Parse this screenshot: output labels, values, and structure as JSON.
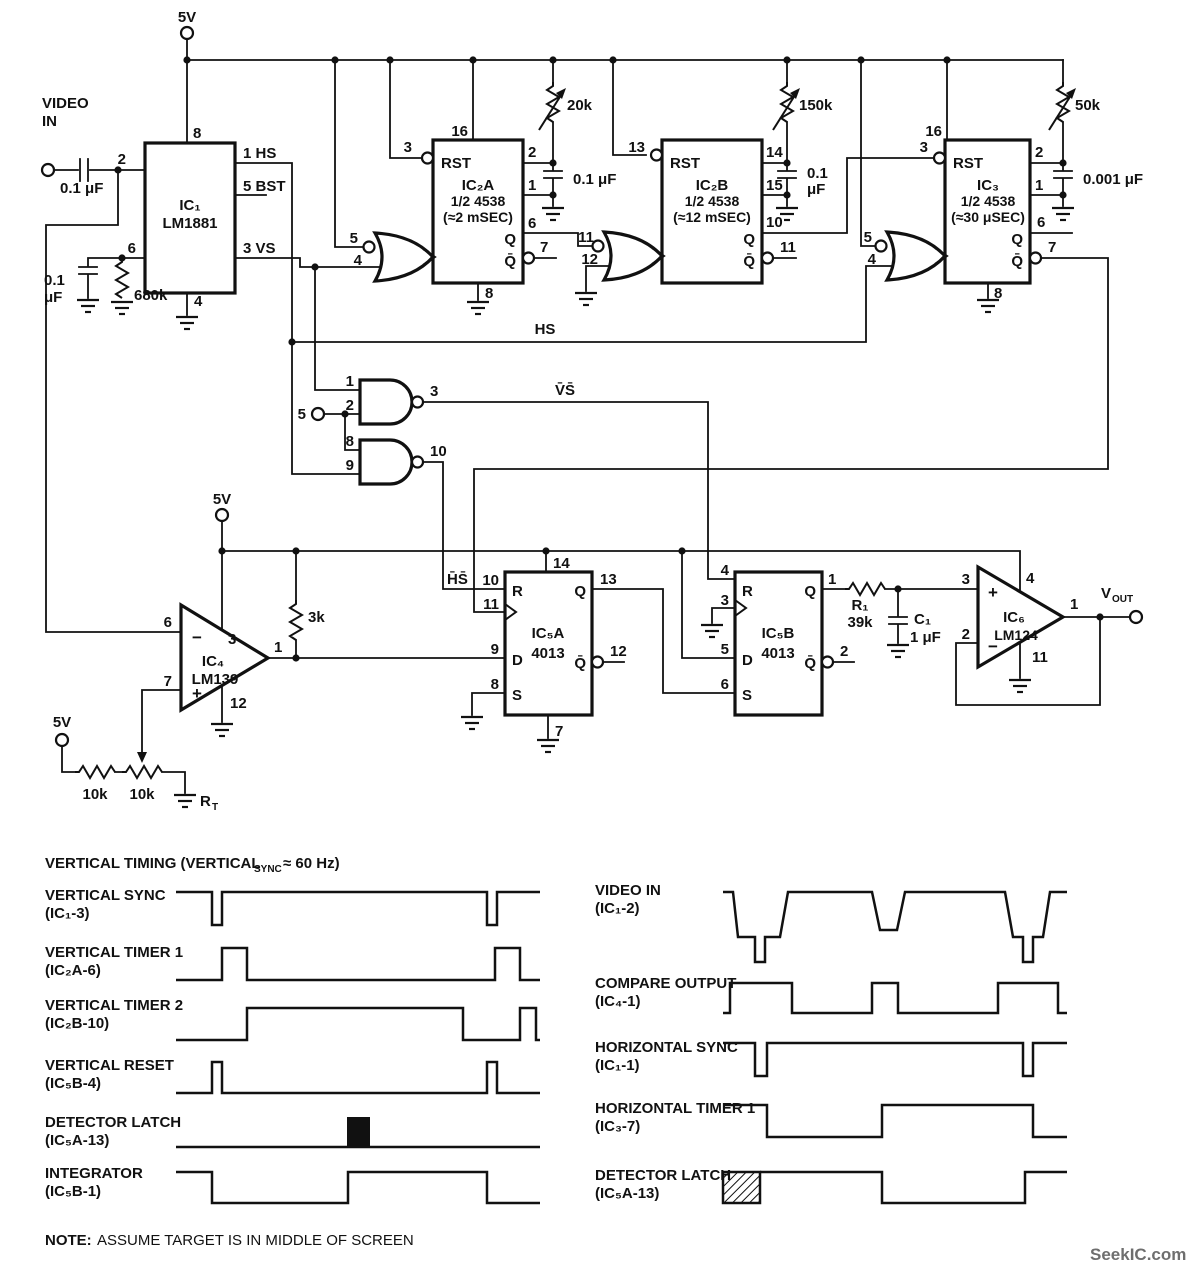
{
  "schematic": {
    "power_top": "5V",
    "power_mid": "5V",
    "power_bottom": "5V",
    "video_in_line1": "VIDEO",
    "video_in_line2": "IN",
    "hs_label": "HS",
    "vs_bar_label": "V̄S̄",
    "hs_bar_label": "H̄S̄",
    "terminal5_label": "5",
    "ic1": {
      "name": "IC₁",
      "part": "LM1881",
      "pin2": "2",
      "pin8": "8",
      "pin1": "1 HS",
      "pin5": "5 BST",
      "pin3": "3 VS",
      "pin6": "6",
      "pin4": "4",
      "cap_in": "0.1 μF",
      "cap_byp_l1": "0.1",
      "cap_byp_l2": "μF",
      "res": "680k"
    },
    "ic2a": {
      "pin3": "3",
      "rst": "RST",
      "pin16": "16",
      "name": "IC₂A",
      "half": "1/2 4538",
      "time": "(≈2 mSEC)",
      "pin2": "2",
      "pin1": "1",
      "pin6": "6",
      "q": "Q",
      "qbar": "Q̄",
      "pin7": "7",
      "pin8": "8",
      "gate5": "5",
      "gate4": "4",
      "pot": "20k",
      "cap": "0.1 μF"
    },
    "ic2b": {
      "pin13": "13",
      "rst": "RST",
      "name": "IC₂B",
      "half": "1/2 4538",
      "time": "(≈12 mSEC)",
      "pin14": "14",
      "pin15": "15",
      "pin10": "10",
      "q": "Q",
      "qbar": "Q̄",
      "pin11": "11",
      "gate11": "11",
      "gate12": "12",
      "pot": "150k",
      "cap_l1": "0.1",
      "cap_l2": "μF"
    },
    "ic3": {
      "pin3": "3",
      "rst": "RST",
      "pin16": "16",
      "name": "IC₃",
      "half": "1/2 4538",
      "time": "(≈30 μSEC)",
      "pin2": "2",
      "pin1": "1",
      "pin6": "6",
      "q": "Q",
      "qbar": "Q̄",
      "pin7": "7",
      "pin8": "8",
      "gate5": "5",
      "gate4": "4",
      "pot": "50k",
      "cap": "0.001 μF"
    },
    "nand_a": {
      "pin1": "1",
      "pin2": "2",
      "pin3": "3"
    },
    "nand_b": {
      "pin8": "8",
      "pin9": "9",
      "pin10": "10"
    },
    "ic4": {
      "name": "IC₄",
      "part": "LM139",
      "pin6": "6",
      "pin7": "7",
      "pin3": "3",
      "pin1": "1",
      "pin12": "12",
      "plus": "+",
      "minus": "−",
      "res": "3k"
    },
    "ic5a": {
      "name": "IC₅A",
      "part": "4013",
      "pin10": "10",
      "r": "R",
      "pin11": "11",
      "pin9": "9",
      "d": "D",
      "pin8": "8",
      "s": "S",
      "pin14": "14",
      "q": "Q",
      "pin13": "13",
      "qbar": "Q̄",
      "pin12": "12",
      "pin7": "7"
    },
    "ic5b": {
      "name": "IC₅B",
      "part": "4013",
      "pin4": "4",
      "r": "R",
      "pin3": "3",
      "pin5": "5",
      "d": "D",
      "pin6": "6",
      "s": "S",
      "q": "Q",
      "pin1": "1",
      "qbar": "Q̄",
      "pin2": "2"
    },
    "ic6": {
      "name": "IC₆",
      "part": "LM124",
      "pin3": "3",
      "pin2": "2",
      "pin4": "4",
      "pin1": "1",
      "pin11": "11",
      "plus": "+",
      "minus": "−",
      "r1_name": "R₁",
      "r1_val": "39k",
      "c1_name": "C₁",
      "c1_val": "1 μF",
      "vout_main": "V",
      "vout_sub": "OUT"
    },
    "divider": {
      "r1": "10k",
      "r2": "10k",
      "rt_main": "R",
      "rt_sub": "T"
    }
  },
  "timing": {
    "header_main": "VERTICAL TIMING (VERTICAL",
    "header_sub": "SYNC",
    "header_tail": " ≈ 60 Hz)",
    "left": [
      {
        "name": "VERTICAL SYNC",
        "pin": "(IC₁-3)"
      },
      {
        "name": "VERTICAL TIMER 1",
        "pin": "(IC₂A-6)"
      },
      {
        "name": "VERTICAL TIMER 2",
        "pin": "(IC₂B-10)"
      },
      {
        "name": "VERTICAL RESET",
        "pin": "(IC₅B-4)"
      },
      {
        "name": "DETECTOR LATCH",
        "pin": "(IC₅A-13)"
      },
      {
        "name": "INTEGRATOR",
        "pin": "(IC₅B-1)"
      }
    ],
    "right": [
      {
        "name": "VIDEO IN",
        "pin": "(IC₁-2)"
      },
      {
        "name": "COMPARE OUTPUT",
        "pin": "(IC₄-1)"
      },
      {
        "name": "HORIZONTAL SYNC",
        "pin": "(IC₁-1)"
      },
      {
        "name": "HORIZONTAL TIMER 1",
        "pin": "(IC₃-7)"
      },
      {
        "name": "DETECTOR LATCH",
        "pin": "(IC₅A-13)"
      }
    ]
  },
  "note": {
    "bold": "NOTE:",
    "text": "ASSUME TARGET IS IN MIDDLE OF SCREEN"
  },
  "watermark": "SeekIC.com"
}
